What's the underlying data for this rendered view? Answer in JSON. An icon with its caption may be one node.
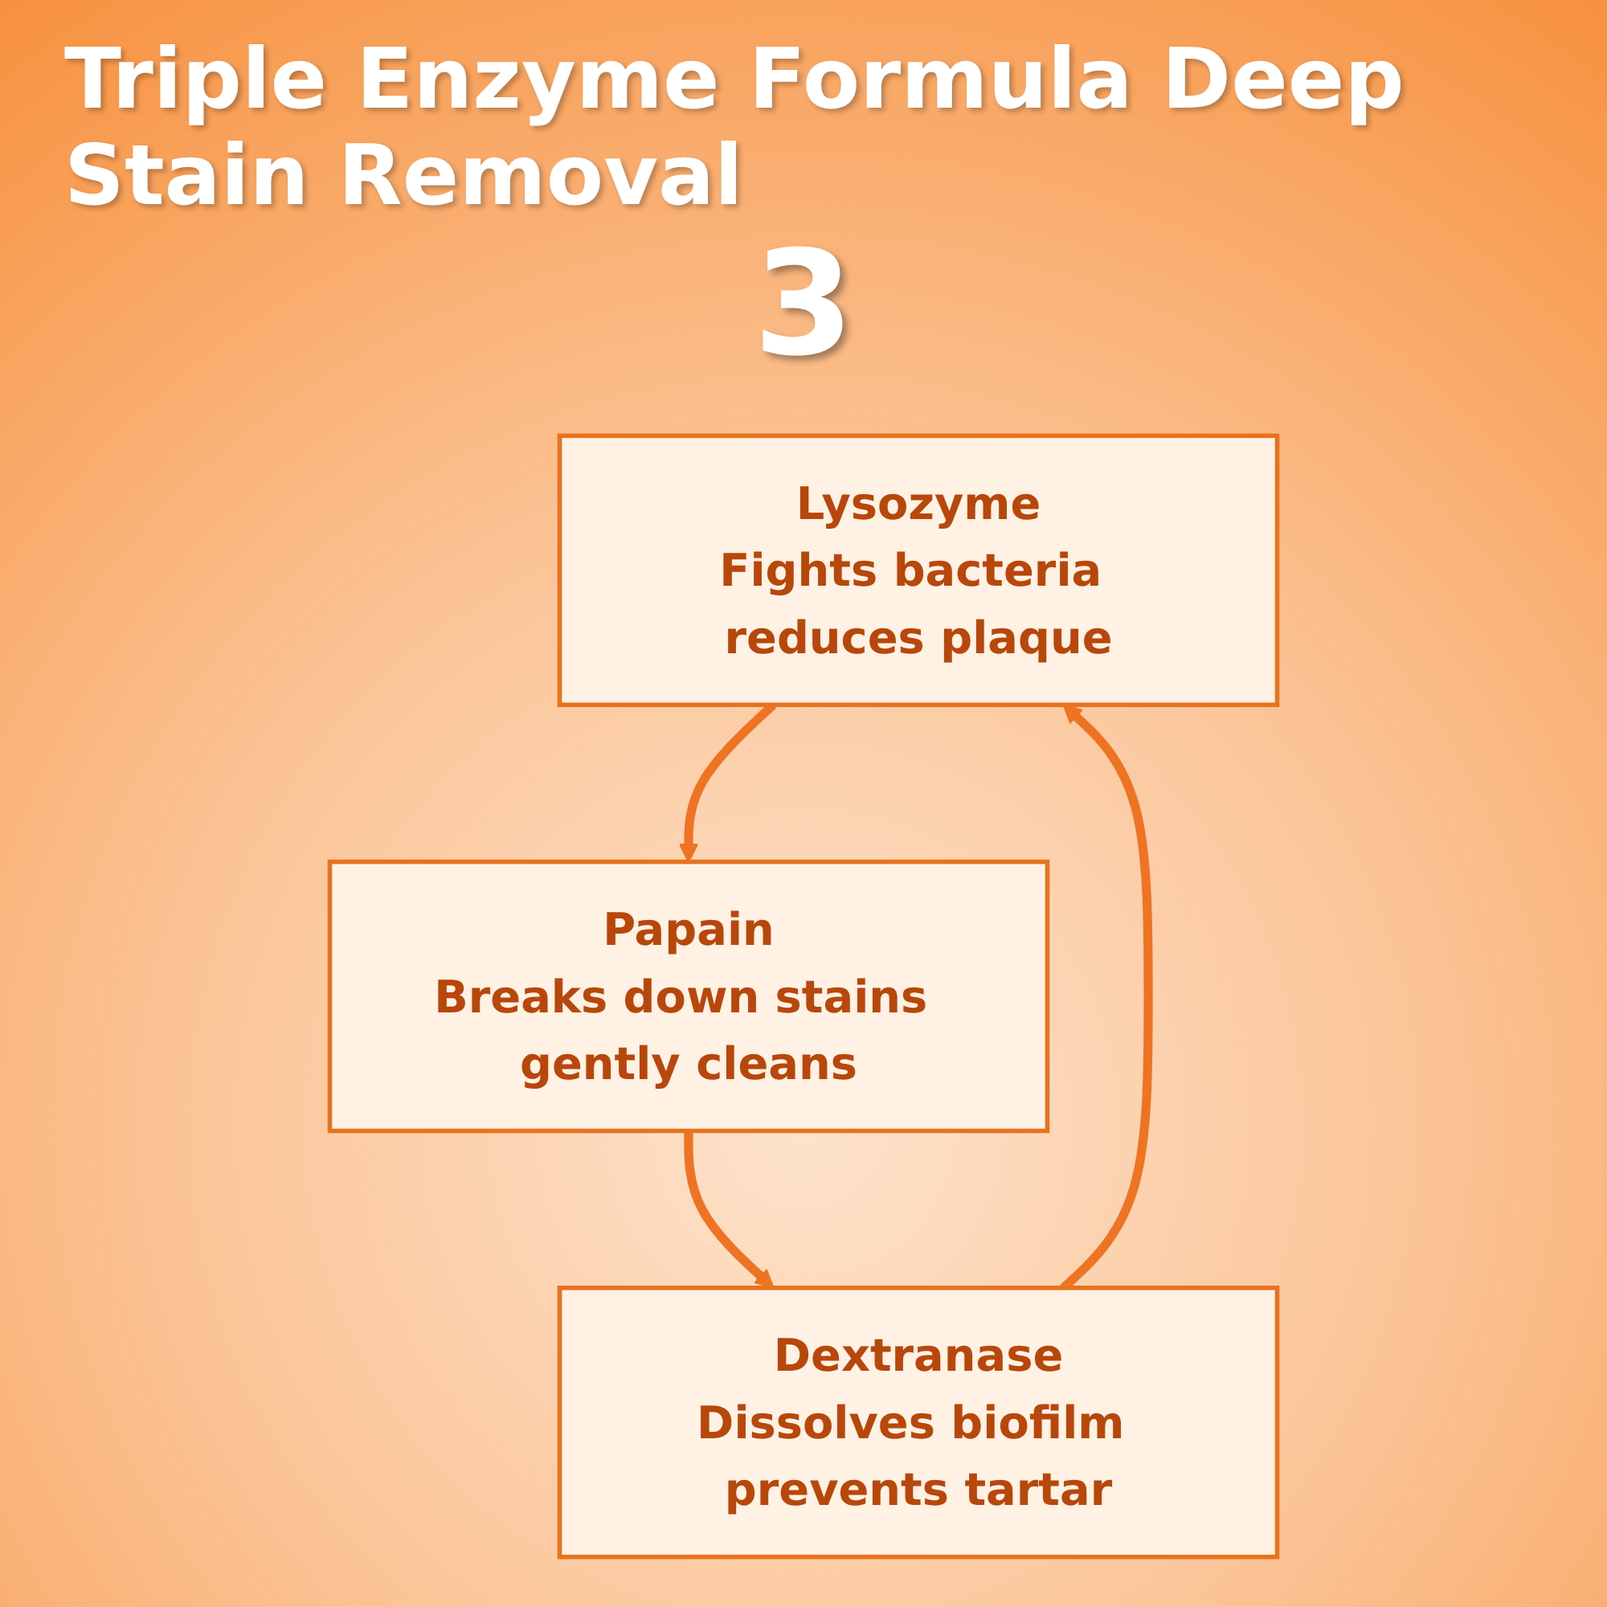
{
  "diagram": {
    "title": "Triple Enzyme Formula Deep Stain Removal",
    "nodes": [
      {
        "text": [
          "Lysozyme",
          "Fights bacteria reduces plaque"
        ]
      },
      {
        "text": [
          "Papain",
          "Breaks down stains gently cleans"
        ]
      },
      {
        "text": [
          "Dextranase",
          "Dissolves biofilm prevents tartar"
        ]
      }
    ],
    "edges": [
      {
        "from": 0,
        "to": 1,
        "arrow": "to"
      },
      {
        "from": 1,
        "to": 2,
        "arrow": "to"
      },
      {
        "from": 2,
        "to": 0,
        "arrow": "to"
      }
    ],
    "labels": [
      "3"
    ]
  }
}
